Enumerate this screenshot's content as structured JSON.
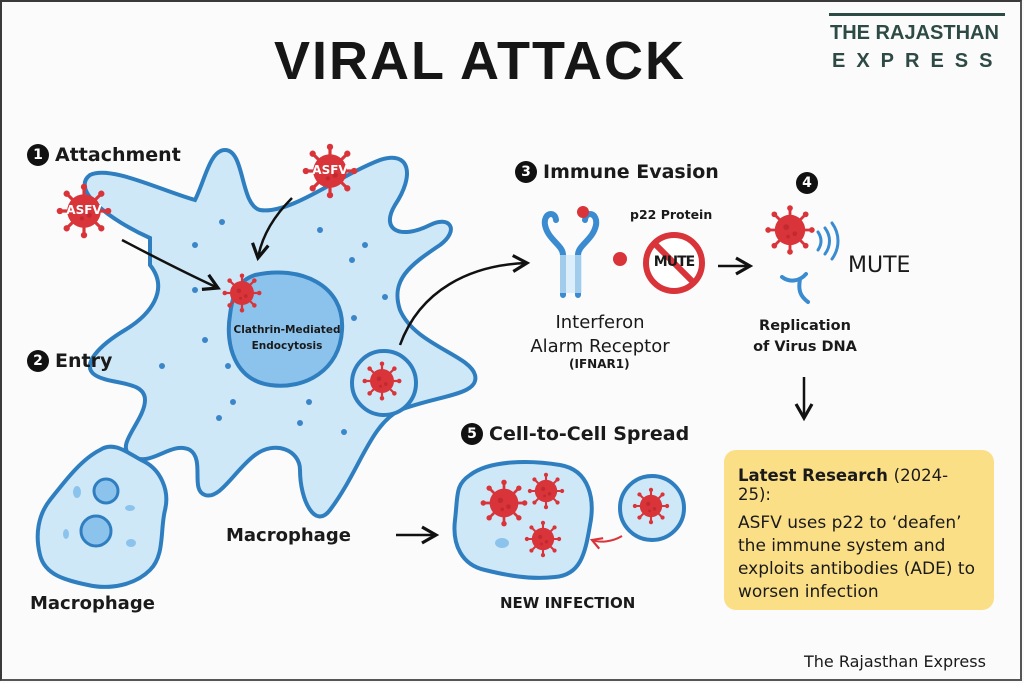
{
  "title": "VIRAL ATTACK",
  "brand": {
    "line1": "THE RAJASTHAN",
    "line2": "EXPRESS",
    "color": "#2e4a44"
  },
  "steps": [
    {
      "number": "1",
      "label": "Attachment"
    },
    {
      "number": "2",
      "label": "Entry"
    },
    {
      "number": "3",
      "label": "Immune Evasion"
    },
    {
      "number": "4",
      "label": ""
    },
    {
      "number": "5",
      "label": "Cell-to-Cell Spread"
    }
  ],
  "virus_label": "ASFV",
  "endocytosis_label": [
    "Clathrin-Mediated",
    "Endocytosis"
  ],
  "macrophage_label": "Macrophage",
  "macrophage_small_label": "Macrophage",
  "immune": {
    "protein_label": "p22 Protein",
    "mute_sign": "MUTE",
    "receptor_label": [
      "Interferon",
      "Alarm Receptor"
    ],
    "receptor_code": "(IFNAR1)"
  },
  "replication": {
    "mute_label": "MUTE",
    "label": [
      "Replication",
      "of Virus DNA"
    ]
  },
  "spread": {
    "caption": "NEW INFECTION"
  },
  "research": {
    "heading": "Latest Research",
    "years": "(2024-25):",
    "body": "ASFV uses p22 to ‘deafen’ the immune system and exploits antibodies (ADE) to worsen infection"
  },
  "footer": "The Rajasthan Express",
  "colors": {
    "virus": "#d8343a",
    "cell_fill": "#cfe8f8",
    "cell_stroke": "#2f7fc0",
    "note_bg": "#fbdf87"
  }
}
